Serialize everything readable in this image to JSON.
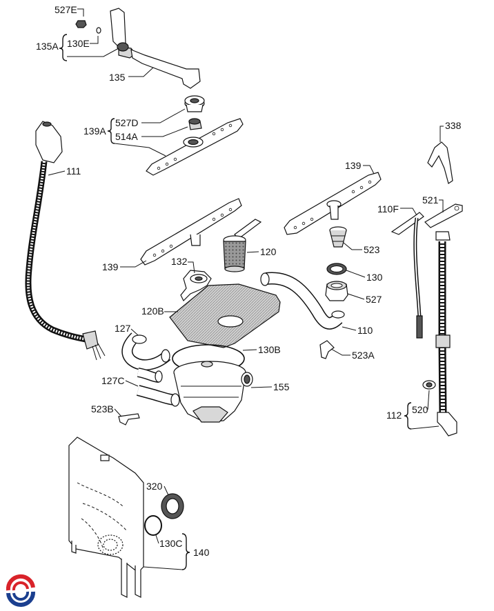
{
  "labels": {
    "p527e": "527E",
    "p135a": "135A",
    "p130e": "130E",
    "p135": "135",
    "p527d": "527D",
    "p139a": "139A",
    "p514a": "514A",
    "p111": "111",
    "p338": "338",
    "p139_right": "139",
    "p110f": "110F",
    "p521": "521",
    "p523": "523",
    "p120": "120",
    "p132": "132",
    "p139_left": "139",
    "p130": "130",
    "p527": "527",
    "p120b": "120B",
    "p110": "110",
    "p127": "127",
    "p130b": "130B",
    "p523a": "523A",
    "p127c": "127C",
    "p155": "155",
    "p523b": "523B",
    "p520": "520",
    "p112": "112",
    "p320": "320",
    "p130c": "130C",
    "p140": "140"
  },
  "logo": {
    "icon": "brand-swirl-logo",
    "color_red": "#d9232a",
    "color_blue": "#1b3f8f"
  }
}
